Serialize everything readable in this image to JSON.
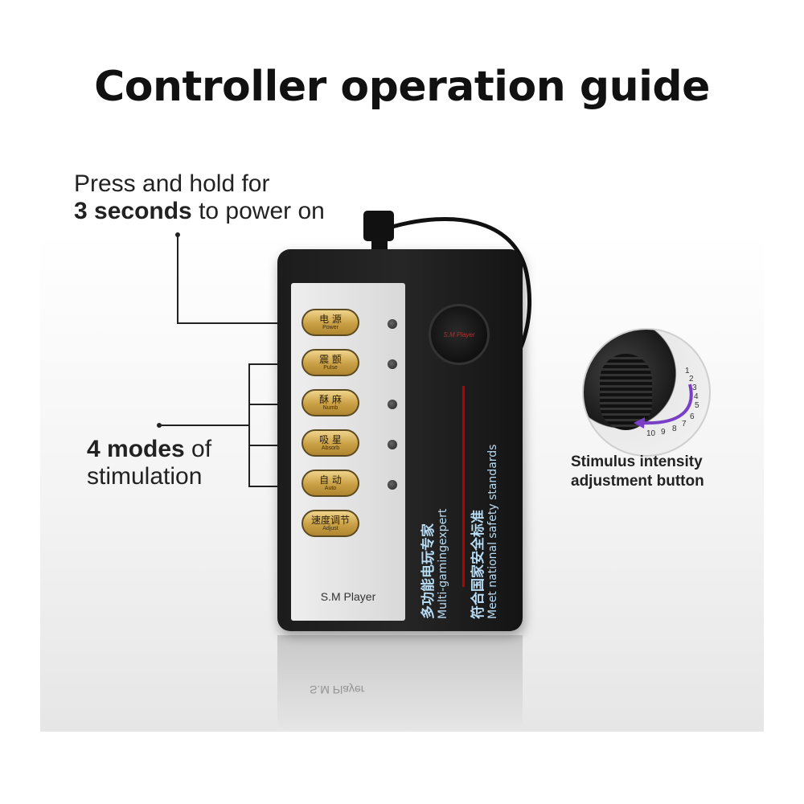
{
  "title": "Controller operation guide",
  "callouts": {
    "power_line1": "Press and hold for",
    "power_bold": "3 seconds",
    "power_rest": " to power on",
    "modes_bold": "4 modes",
    "modes_rest": " of",
    "modes_line2": "stimulation",
    "knob_line1": "Stimulus intensity",
    "knob_line2": "adjustment button"
  },
  "device": {
    "buttons": [
      {
        "cn": "电 源",
        "en": "Power"
      },
      {
        "cn": "震 颤",
        "en": "Pulse"
      },
      {
        "cn": "酥 麻",
        "en": "Numb"
      },
      {
        "cn": "吸 星",
        "en": "Absorb"
      },
      {
        "cn": "自 动",
        "en": "Auto"
      },
      {
        "cn": "速度调节",
        "en": "Adjust"
      }
    ],
    "brand": "S.M Player",
    "knob_label": "S.M Player",
    "slogan1_cn": "多功能电玩专家",
    "slogan1_en": "Multi-gamingexpert",
    "slogan2_cn": "符合国家安全标准",
    "slogan2_en": "Meet national safety standards"
  },
  "inset_scale": [
    "1",
    "2",
    "3",
    "4",
    "5",
    "6",
    "7",
    "8",
    "9",
    "10"
  ],
  "colors": {
    "button_gold": "#c9a045",
    "slogan": "#b9dcf5",
    "accent_arrow": "#7a3fc7"
  }
}
